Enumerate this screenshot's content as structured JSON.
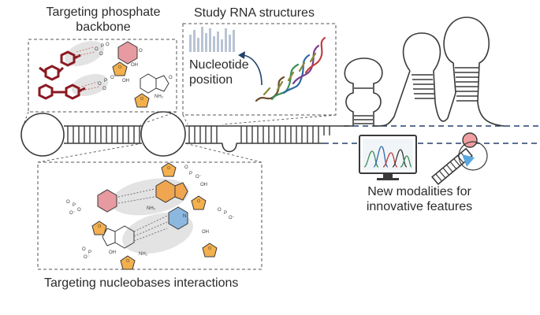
{
  "labels": {
    "phosphate_line1": "Targeting phosphate",
    "phosphate_line2": "backbone",
    "study_rna": "Study RNA structures",
    "nucleotide_line1": "Nucleotide",
    "nucleotide_line2": "position",
    "nucleobases": "Targeting nucleobases interactions",
    "modalities_line1": "New modalities for",
    "modalities_line2": "innovative features"
  },
  "colors": {
    "rna_outline": "#3a3a3a",
    "dashed_strand": "#24406b",
    "backbone_ligand": "#8b1a22",
    "pyrimidine_pink": "#e79aa0",
    "purine_orange": "#f0a650",
    "pyrimidine_blue": "#8cb8df",
    "ribose_orange": "#f4b04d",
    "hbond_highlight": "#e3e3e3",
    "accent_blue": "#5aa7de",
    "accent_pink": "#f0a0a0"
  },
  "icons": [
    "ribose-sugar-icon",
    "nucleobase-ring-icon",
    "ligand-molecule-icon",
    "bar-chart-icon",
    "rna-3d-structure-icon",
    "monitor-chromatogram-icon",
    "rna-degrader-icon"
  ]
}
